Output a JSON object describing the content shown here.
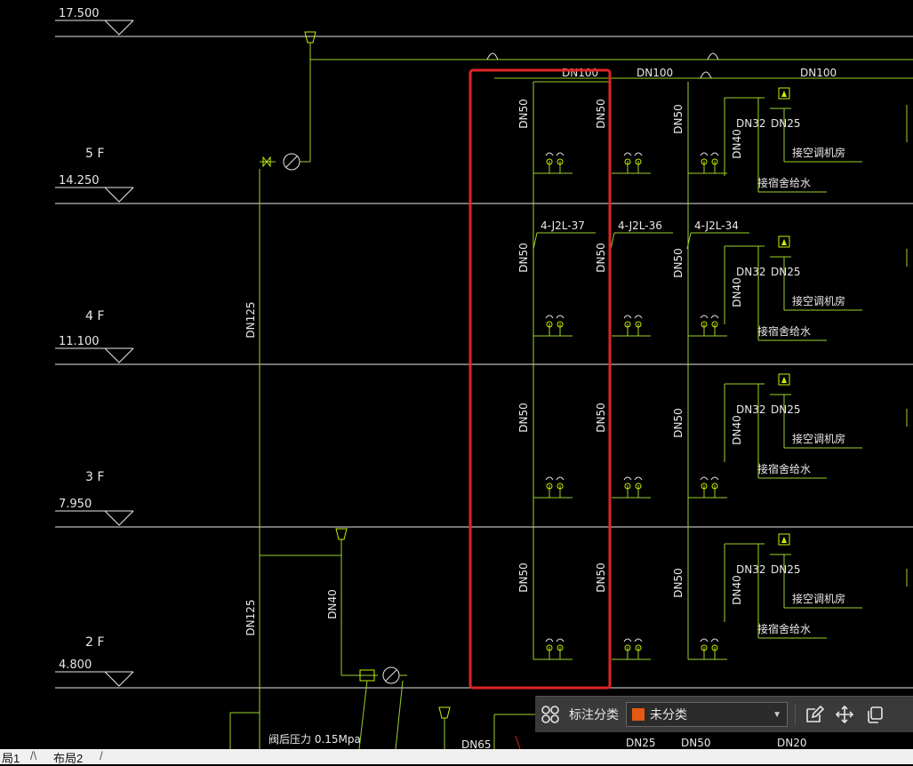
{
  "levels": [
    {
      "floor": "",
      "elev": "17.500"
    },
    {
      "floor": "5 F",
      "elev": "14.250"
    },
    {
      "floor": "4 F",
      "elev": "11.100"
    },
    {
      "floor": "3 F",
      "elev": "7.950"
    },
    {
      "floor": "2 F",
      "elev": "4.800"
    }
  ],
  "main_riser": {
    "upper": "DN125",
    "lower": "DN125",
    "branch": "DN40"
  },
  "top_pipes": [
    "DN100",
    "DN100",
    "DN100"
  ],
  "riser_ids": [
    "4-J2L-37",
    "4-J2L-36",
    "4-J2L-34"
  ],
  "dn50": "DN50",
  "dn40": "DN40",
  "dn32": "DN32",
  "dn25": "DN25",
  "ac_room": "接空调机房",
  "dorm_water": "接宿舍给水",
  "pressure_label": "阀后压力  0.15Mpa",
  "bottom_labels": {
    "dn65": "DN65",
    "dn25": "DN25",
    "dn50": "DN50",
    "dn20": "DN20"
  },
  "colors": {
    "pipe": "#9bd22b",
    "level": "#e8e8e8",
    "accent": "#c8f000",
    "highlight": "#e02424",
    "swatch": "#e35a12"
  },
  "toolbar": {
    "label": "标注分类",
    "selected": "未分类"
  },
  "tabs": [
    "局1",
    "布局2"
  ]
}
